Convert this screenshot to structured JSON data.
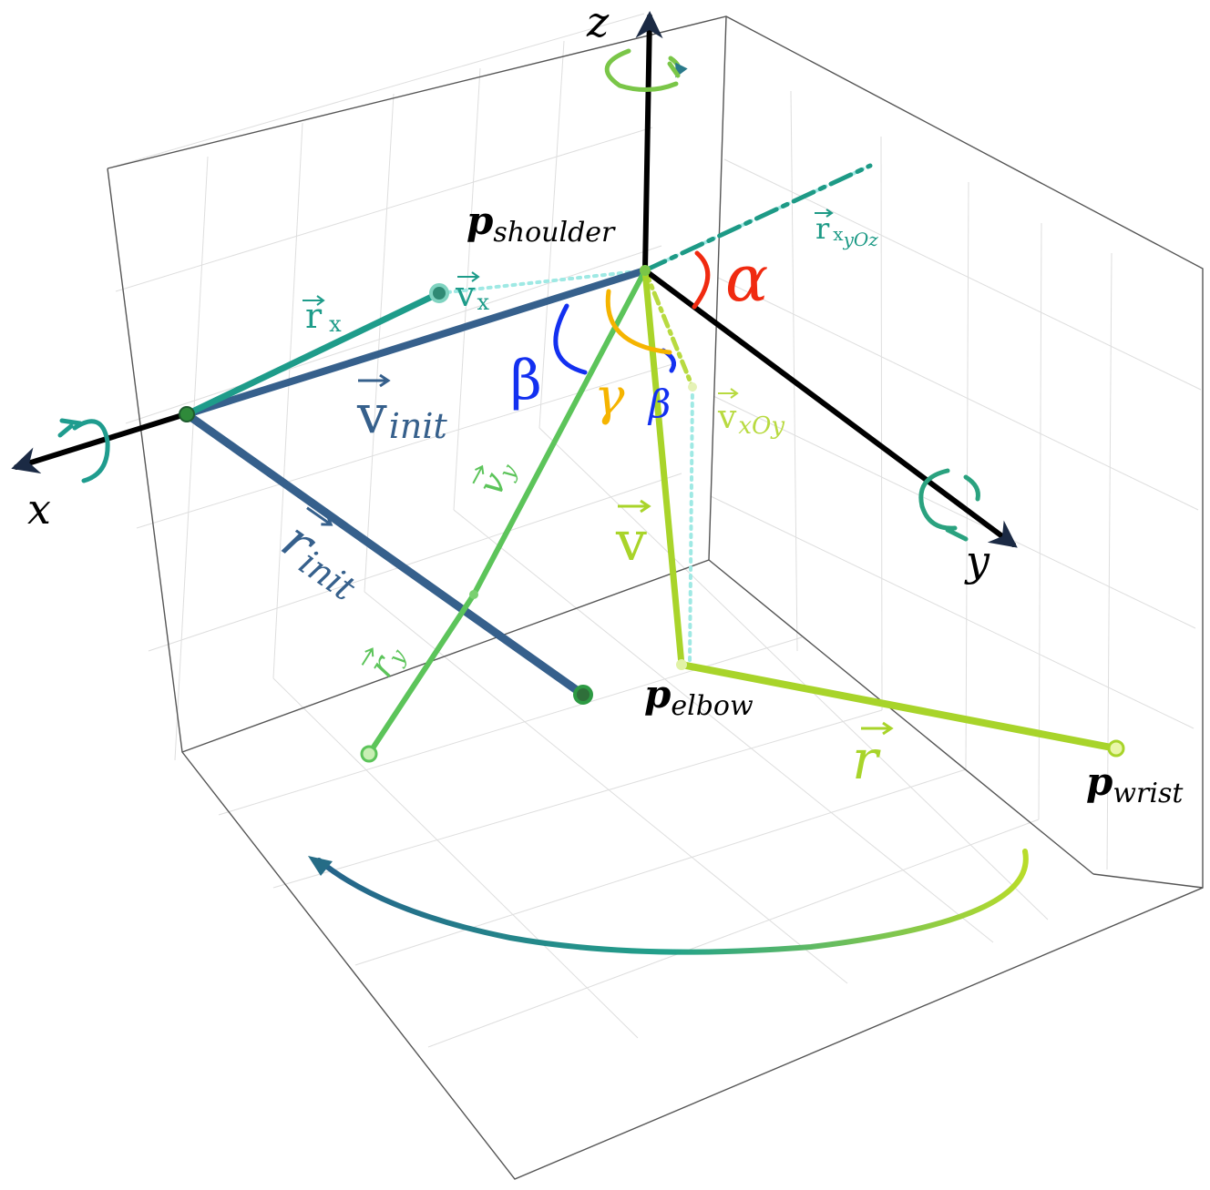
{
  "axes": {
    "x": "x",
    "y": "y",
    "z": "z"
  },
  "points": {
    "shoulder": {
      "main": "p",
      "sub": "shoulder"
    },
    "elbow": {
      "main": "p",
      "sub": "elbow"
    },
    "wrist": {
      "main": "p",
      "sub": "wrist"
    }
  },
  "vectors": {
    "r_x": {
      "main": "r",
      "sub": "x"
    },
    "v_x": {
      "main": "v",
      "sub": "x"
    },
    "v_init": {
      "main": "v",
      "sub": "init"
    },
    "r_init": {
      "main": "r",
      "sub": "init"
    },
    "v_y": {
      "main": "v",
      "sub": "y"
    },
    "r_y": {
      "main": "r",
      "sub": "y"
    },
    "v": {
      "main": "v"
    },
    "r": {
      "main": "r"
    },
    "v_xOy": {
      "main": "v",
      "sub": "xOy"
    },
    "r_xyOz": {
      "main": "r",
      "sub": "x",
      "sub2": "yOz"
    }
  },
  "angles": {
    "alpha": "α",
    "beta": "β",
    "beta2": "β",
    "gamma": "γ"
  },
  "colors": {
    "axis": "#000000",
    "axis_head": "#1b2a44",
    "grid": "#d6d6d6",
    "box": "#333333",
    "v_init": "#36608c",
    "r_x": "#1e9c8a",
    "r_xyOz": "#1d9a86",
    "v_y": "#5cc45a",
    "v": "#a9d42a",
    "r": "#a8d42a",
    "dotted": "#9fe9e4",
    "alpha": "#f02a10",
    "beta": "#1330f0",
    "gamma": "#f5b400",
    "rotation_x": "#1f9c8e",
    "rotation_y": "#2aa27f",
    "rotation_z": "#7ac648"
  }
}
